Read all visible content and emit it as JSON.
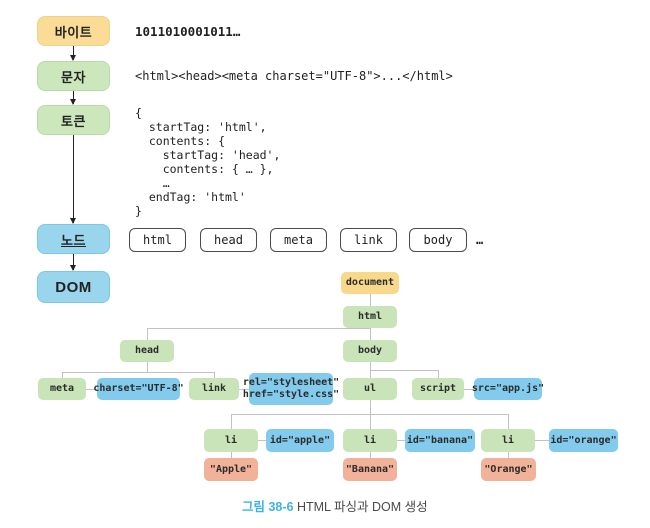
{
  "figure": {
    "caption_number": "그림 38-6",
    "caption_text": "HTML 파싱과 DOM 생성"
  },
  "pipeline": {
    "stages": {
      "bytes": "바이트",
      "chars": "문자",
      "tokens": "토큰",
      "nodes": "노드",
      "dom": "DOM"
    },
    "bytes_text": "1011010001011…",
    "chars_text": "<html><head><meta charset=\"UTF-8\">...</html>",
    "token_code": "{\n  startTag: 'html',\n  contents: {\n    startTag: 'head',\n    contents: { … },\n    …\n  endTag: 'html'\n}",
    "node_items": [
      "html",
      "head",
      "meta",
      "link",
      "body"
    ],
    "node_ellipsis": "…"
  },
  "tree": {
    "document": "document",
    "html": "html",
    "head": "head",
    "body": "body",
    "meta": "meta",
    "meta_attr": "charset=\"UTF-8\"",
    "link": "link",
    "link_attr_line1": "rel=\"stylesheet\"",
    "link_attr_line2": "href=\"style.css\"",
    "ul": "ul",
    "script": "script",
    "script_attr": "src=\"app.js\"",
    "li1": "li",
    "li1_attr": "id=\"apple\"",
    "li1_text": "\"Apple\"",
    "li2": "li",
    "li2_attr": "id=\"banana\"",
    "li2_text": "\"Banana\"",
    "li3": "li",
    "li3_attr": "id=\"orange\"",
    "li3_text": "\"Orange\""
  },
  "colors": {
    "stage_yellow": "#fadc96",
    "stage_green": "#cde7bd",
    "stage_blue": "#9ad5ee",
    "tree_yellow": "#f8d98c",
    "tree_green": "#c9e4b8",
    "tree_blue": "#82cbec",
    "tree_salmon": "#f2b299",
    "node_border": "#4b4b4b",
    "connector": "#c2c2c2",
    "caption_accent": "#3fb1e5"
  }
}
